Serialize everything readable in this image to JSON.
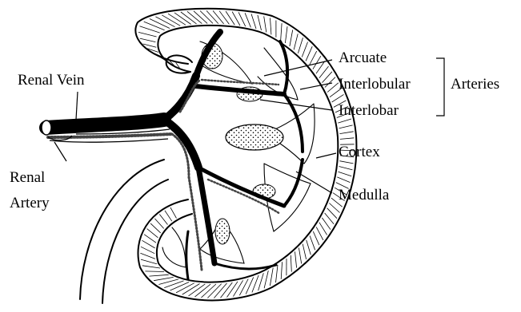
{
  "labels": {
    "renal_vein": "Renal Vein",
    "renal_artery_line1": "Renal",
    "renal_artery_line2": "Artery",
    "arcuate": "Arcuate",
    "interlobular": "Interlobular",
    "interlobar": "Interlobar",
    "arteries": "Arteries",
    "cortex": "Cortex",
    "medulla": "Medulla"
  }
}
